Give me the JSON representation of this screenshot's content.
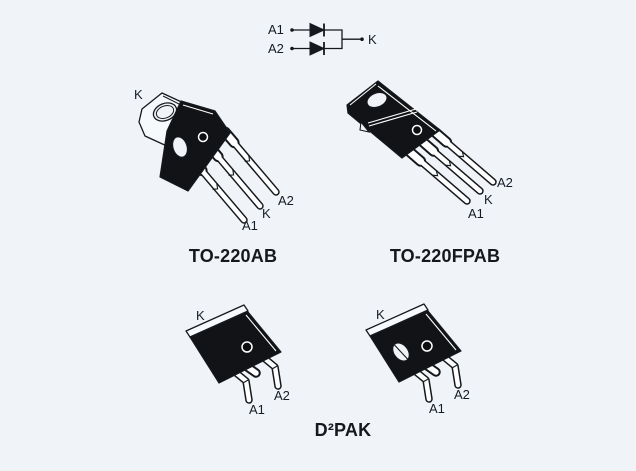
{
  "colors": {
    "background": "#f0f4f8",
    "ink": "#15191e",
    "package_body": "#121316",
    "lead_fill": "#ffffff"
  },
  "schematic": {
    "description": "two diodes with common cathode",
    "pin_a1": "A1",
    "pin_a2": "A2",
    "pin_k": "K"
  },
  "to220ab": {
    "caption": "TO-220AB",
    "tab_label": "K",
    "pin_a2": "A2",
    "pin_k": "K",
    "pin_a1": "A1"
  },
  "to220fpab": {
    "caption": "TO-220FPAB",
    "pin_a2": "A2",
    "pin_k": "K",
    "pin_a1": "A1"
  },
  "d2pak": {
    "caption": "D²PAK",
    "left": {
      "tab_label": "K",
      "pin_a2": "A2",
      "pin_a1": "A1"
    },
    "right": {
      "tab_label": "K",
      "pin_a2": "A2",
      "pin_a1": "A1"
    }
  }
}
